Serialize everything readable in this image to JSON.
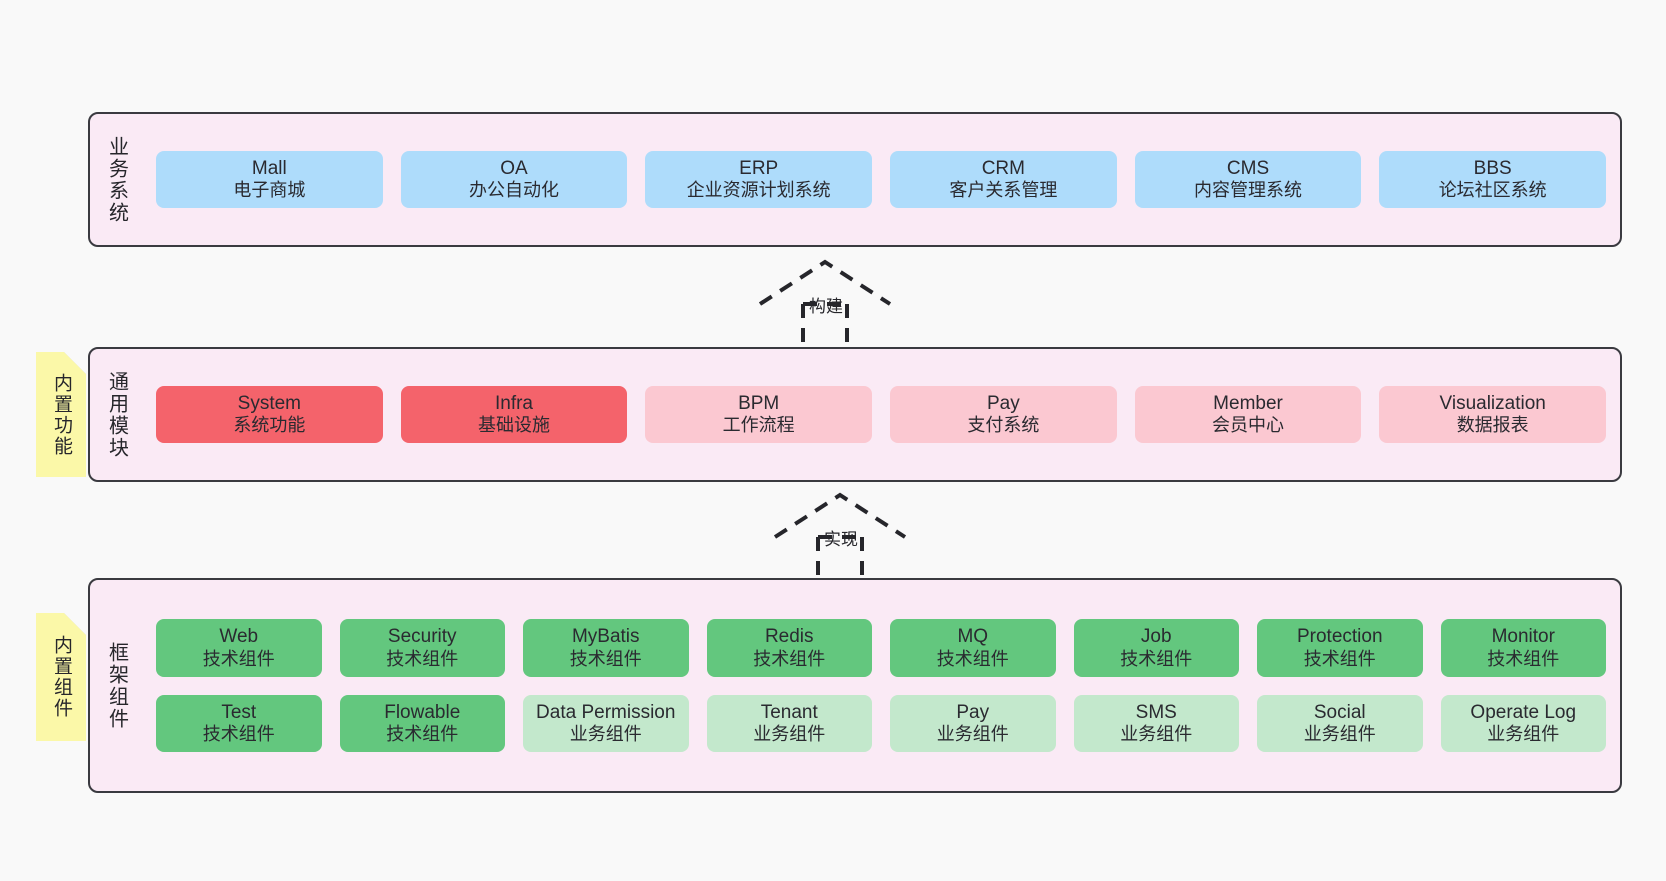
{
  "canvas": {
    "background": "#f9f9f9"
  },
  "palette": {
    "panel_bg": "#faeaf5",
    "panel_border": "#3a3a40",
    "business": "#aedcfb",
    "module_strong": "#f4636b",
    "module_soft": "#fbc8d1",
    "tech_component": "#63c77e",
    "biz_component": "#c3e8cc",
    "note": "#fbf8a8",
    "note_fold": "#cfcfcf"
  },
  "layers": [
    {
      "id": "business-system",
      "title": "业务系统",
      "rows": [
        [
          {
            "en": "Mall",
            "cn": "电子商城",
            "style": "c-blue"
          },
          {
            "en": "OA",
            "cn": "办公自动化",
            "style": "c-blue"
          },
          {
            "en": "ERP",
            "cn": "企业资源计划系统",
            "style": "c-blue"
          },
          {
            "en": "CRM",
            "cn": "客户关系管理",
            "style": "c-blue"
          },
          {
            "en": "CMS",
            "cn": "内容管理系统",
            "style": "c-blue"
          },
          {
            "en": "BBS",
            "cn": "论坛社区系统",
            "style": "c-blue"
          }
        ]
      ]
    },
    {
      "id": "common-module",
      "title": "通用模块",
      "note": "内置功能",
      "rows": [
        [
          {
            "en": "System",
            "cn": "系统功能",
            "style": "c-red"
          },
          {
            "en": "Infra",
            "cn": "基础设施",
            "style": "c-red"
          },
          {
            "en": "BPM",
            "cn": "工作流程",
            "style": "c-pink"
          },
          {
            "en": "Pay",
            "cn": "支付系统",
            "style": "c-pink"
          },
          {
            "en": "Member",
            "cn": "会员中心",
            "style": "c-pink"
          },
          {
            "en": "Visualization",
            "cn": "数据报表",
            "style": "c-pink"
          }
        ]
      ]
    },
    {
      "id": "framework-component",
      "title": "框架组件",
      "note": "内置组件",
      "rows": [
        [
          {
            "en": "Web",
            "cn": "技术组件",
            "style": "c-green"
          },
          {
            "en": "Security",
            "cn": "技术组件",
            "style": "c-green"
          },
          {
            "en": "MyBatis",
            "cn": "技术组件",
            "style": "c-green"
          },
          {
            "en": "Redis",
            "cn": "技术组件",
            "style": "c-green"
          },
          {
            "en": "MQ",
            "cn": "技术组件",
            "style": "c-green"
          },
          {
            "en": "Job",
            "cn": "技术组件",
            "style": "c-green"
          },
          {
            "en": "Protection",
            "cn": "技术组件",
            "style": "c-green"
          },
          {
            "en": "Monitor",
            "cn": "技术组件",
            "style": "c-green"
          }
        ],
        [
          {
            "en": "Test",
            "cn": "技术组件",
            "style": "c-green"
          },
          {
            "en": "Flowable",
            "cn": "技术组件",
            "style": "c-green"
          },
          {
            "en": "Data Permission",
            "cn": "业务组件",
            "style": "c-green-light"
          },
          {
            "en": "Tenant",
            "cn": "业务组件",
            "style": "c-green-light"
          },
          {
            "en": "Pay",
            "cn": "业务组件",
            "style": "c-green-light"
          },
          {
            "en": "SMS",
            "cn": "业务组件",
            "style": "c-green-light"
          },
          {
            "en": "Social",
            "cn": "业务组件",
            "style": "c-green-light"
          },
          {
            "en": "Operate Log",
            "cn": "业务组件",
            "style": "c-green-light"
          }
        ]
      ]
    }
  ],
  "arrows": [
    {
      "id": "build",
      "label": "构建"
    },
    {
      "id": "implement",
      "label": "实现"
    }
  ]
}
